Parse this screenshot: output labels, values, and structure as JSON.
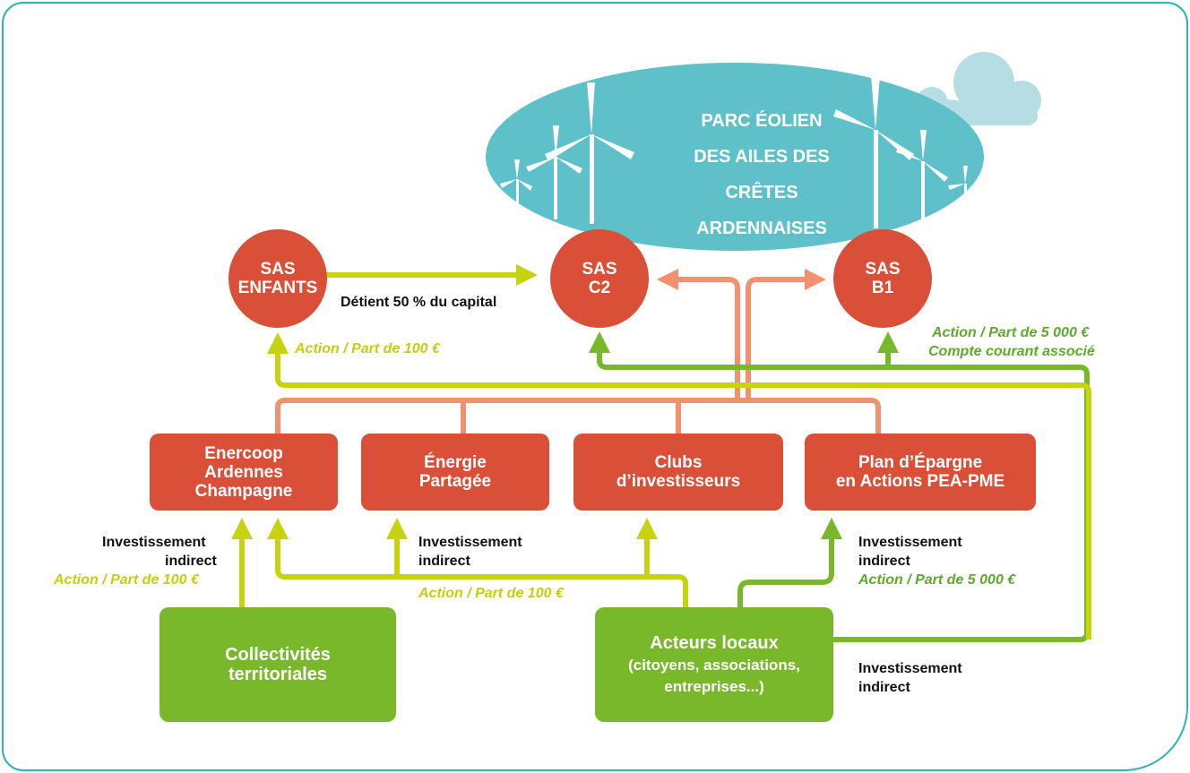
{
  "park": {
    "line1": "PARC ÉOLIEN",
    "line2": "DES AILES DES CRÊTES",
    "line3": "ARDENNAISES"
  },
  "sas": {
    "enfants": "SAS\nENFANTS",
    "c2": "SAS\nC2",
    "b1": "SAS\nB1"
  },
  "capital_label": "Détient 50 % du capital",
  "intermediaries": [
    {
      "label": "Enercoop\nArdennes\nChampagne"
    },
    {
      "label": "Énergie\nPartagée"
    },
    {
      "label": "Clubs\nd’investisseurs"
    },
    {
      "label": "Plan d’Épargne\nen Actions PEA-PME"
    }
  ],
  "investors": {
    "collectivites": "Collectivités\nterritoriales",
    "acteurs_title": "Acteurs locaux",
    "acteurs_line2": "(citoyens, associations,",
    "acteurs_line3": "entreprises...)"
  },
  "labels": {
    "action_100_top": "Action / Part de 100 €",
    "action_5000_top": "Action / Part de 5 000 €",
    "compte_courant": "Compte courant associé",
    "inv_indirect_left": "Investissement",
    "indirect_left": "indirect",
    "action_100_left": "Action / Part de 100 €",
    "inv_indirect_mid": "Investissement",
    "indirect_mid": "indirect",
    "action_100_mid": "Action / Part de 100 €",
    "inv_indirect_right": "Investissement",
    "indirect_right": "indirect",
    "action_5000_right": "Action / Part de 5 000 €",
    "inv_indirect_bottom": "Investissement",
    "indirect_bottom": "indirect"
  },
  "colors": {
    "frame": "#2bb3b5",
    "park": "#5ec0c9",
    "cloud": "#b7dde4",
    "sas_red": "#d94f37",
    "salmon": "#f0926f",
    "lime": "#c7d30f",
    "green": "#79b72b"
  }
}
